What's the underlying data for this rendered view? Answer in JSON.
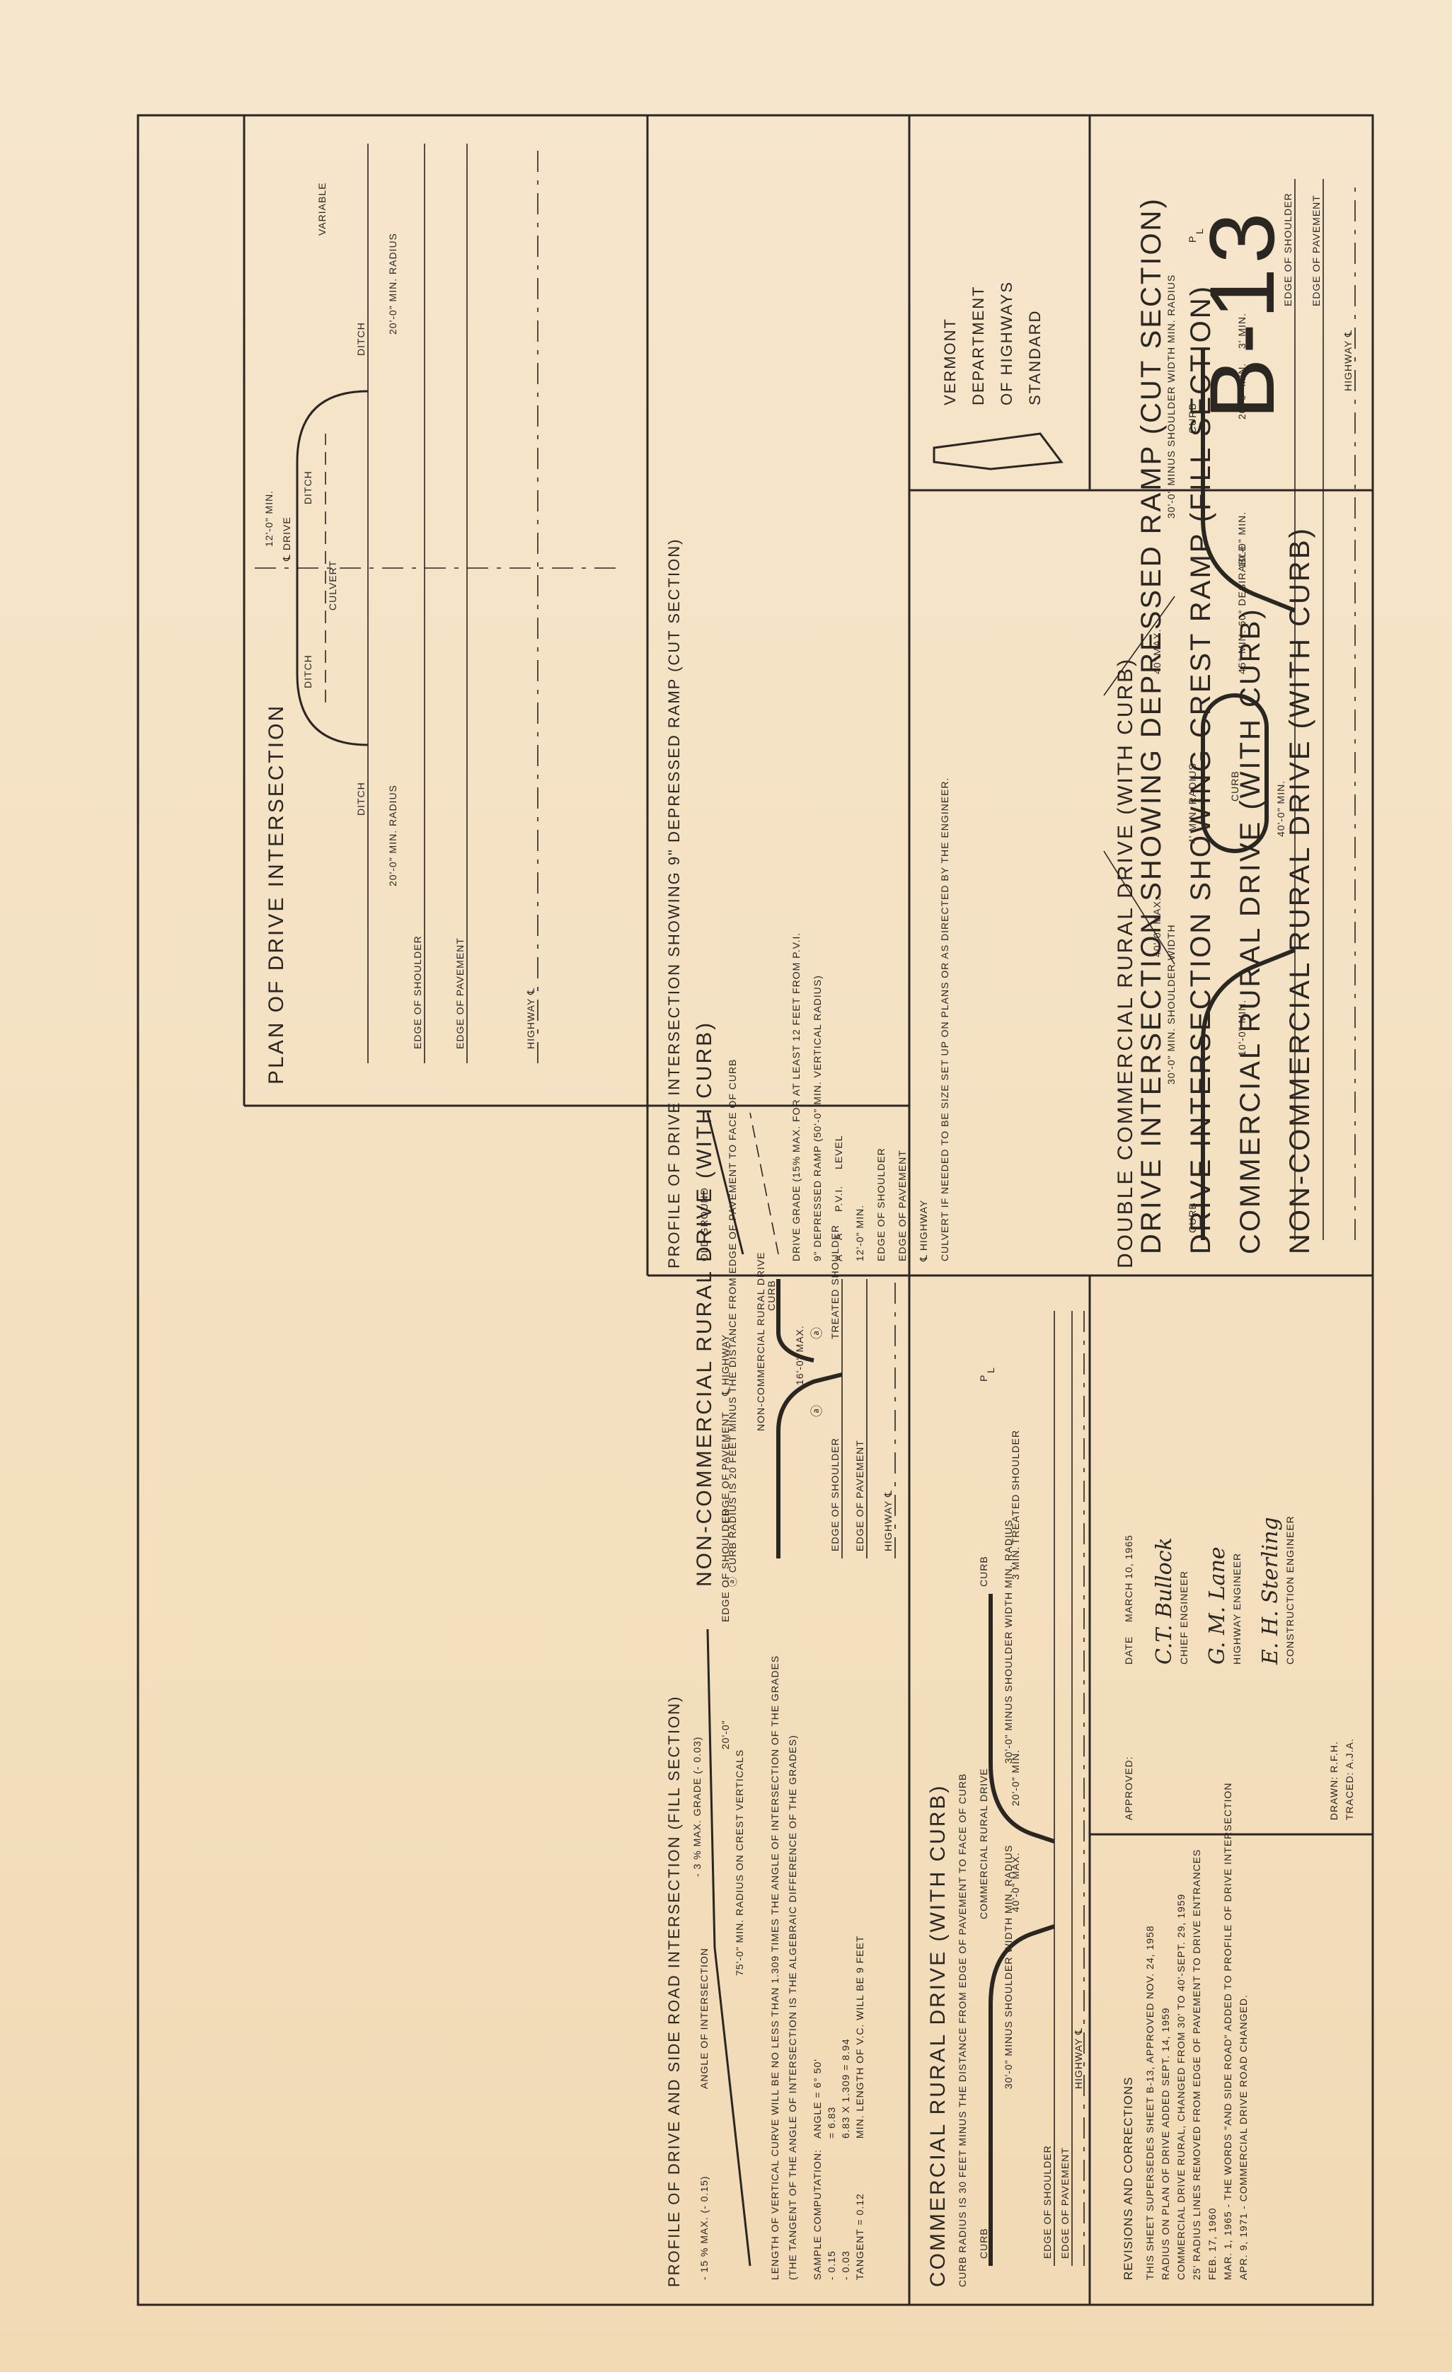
{
  "panels": {
    "double_commercial": {
      "title": "DOUBLE COMMERCIAL RURAL DRIVE (WITH CURB)",
      "labels": [
        "CURB",
        "30'-0\" MIN. SHOULDER WIDTH",
        "10'-0\" MIN.",
        "40'-0\" MAX.",
        "4' MIN. RADIUS",
        "40'-0\" MIN.",
        "CURB",
        "40' MAX.",
        "45° MIN. 60° DESIRABLE",
        "10'-0\" MIN.",
        "30'-0\" MINUS SHOULDER WIDTH MIN. RADIUS",
        "CURB",
        "20'-0\" MIN.",
        "3' MIN.",
        "EDGE OF SHOULDER",
        "EDGE OF PAVEMENT",
        "HIGHWAY ℄",
        "P",
        "L"
      ]
    },
    "plan_of_drive": {
      "title": "PLAN OF DRIVE INTERSECTION",
      "labels": [
        "DITCH",
        "DITCH",
        "DITCH",
        "DITCH",
        "CULVERT",
        "12'-0\" MIN.",
        "℄ DRIVE",
        "20'-0\" MIN. RADIUS",
        "20'-0\" MIN. RADIUS",
        "EDGE OF SHOULDER",
        "EDGE OF PAVEMENT",
        "HIGHWAY ℄",
        "VARIABLE"
      ]
    },
    "non_commercial": {
      "title": "NON-COMMERCIAL RURAL DRIVE (WITH CURB)",
      "note": "ⓐ CURB RADIUS IS 20 FEET MINUS THE DISTANCE FROM EDGE OF PAVEMENT TO FACE OF CURB",
      "labels": [
        "NON-COMMERCIAL RURAL DRIVE",
        "16'-0\" MAX.",
        "ⓐ",
        "ⓐ",
        "EDGE OF SHOULDER",
        "EDGE OF PAVEMENT",
        "HIGHWAY ℄",
        "TREATED SHOULDER",
        "CURB"
      ]
    },
    "profile_depressed": {
      "title": "PROFILE OF DRIVE INTERSECTION SHOWING 9\" DEPRESSED RAMP (CUT SECTION)",
      "labels": [
        "OLD GROUND",
        "DRIVE GRADE (15% MAX. FOR AT LEAST 12 FEET FROM P.V.I.",
        "9\" DEPRESSED RAMP (50'-0\" MIN. VERTICAL RADIUS)",
        "A",
        "A",
        "P.V.I.",
        "LEVEL",
        "12'-0\" MIN.",
        "EDGE OF SHOULDER",
        "EDGE OF PAVEMENT",
        "℄ HIGHWAY",
        "CULVERT IF NEEDED TO BE SIZE SET UP ON PLANS OR AS DIRECTED BY THE ENGINEER."
      ]
    },
    "commercial": {
      "title": "COMMERCIAL RURAL DRIVE (WITH CURB)",
      "note": "CURB RADIUS IS 30 FEET MINUS THE DISTANCE FROM EDGE OF PAVEMENT TO FACE OF CURB",
      "labels": [
        "CURB",
        "30'-0\" MINUS SHOULDER WIDTH MIN. RADIUS",
        "COMMERCIAL RURAL DRIVE",
        "40'-0\" MAX.",
        "EDGE OF SHOULDER",
        "EDGE OF PAVEMENT",
        "HIGHWAY ℄",
        "20'-0\" MIN.",
        "30'-0\" MINUS SHOULDER WIDTH MIN. RADIUS",
        "3 MIN.",
        "TREATED SHOULDER",
        "CURB",
        "P",
        "L"
      ]
    },
    "profile_fill": {
      "title": "PROFILE OF DRIVE AND SIDE ROAD INTERSECTION (FILL SECTION)",
      "labels": [
        "- 15 % MAX. (- 0.15)",
        "ANGLE OF INTERSECTION",
        "75'-0\" MIN. RADIUS ON CREST VERTICALS",
        "- 3 % MAX. GRADE (- 0.03)",
        "20'-0\"",
        "EDGE OF SHOULDER",
        "EDGE OF PAVEMENT",
        "℄ HIGHWAY"
      ],
      "notes": [
        "LENGTH OF VERTICAL CURVE WILL BE NO LESS THAN 1.309 TIMES THE ANGLE OF INTERSECTION OF THE GRADES",
        "(THE TANGENT OF THE ANGLE OF INTERSECTION IS THE ALGEBRAIC DIFFERENCE OF THE GRADES)"
      ],
      "computation": [
        "SAMPLE COMPUTATION:",
        "- 0.15",
        "- 0.03",
        "TANGENT = 0.12",
        "ANGLE = 6° 50'",
        "= 6.83",
        "6.83 X 1.309 = 8.94",
        "MIN. LENGTH OF V.C. WILL BE 9 FEET"
      ]
    }
  },
  "revisions": {
    "title": "REVISIONS AND CORRECTIONS",
    "lines": [
      "THIS SHEET SUPERSEDES SHEET B-13, APPROVED NOV. 24, 1958",
      "RADIUS ON PLAN OF DRIVE ADDED SEPT. 14, 1959",
      "COMMERCIAL DRIVE RURAL, CHANGED FROM 30' TO 40'-SEPT. 29, 1959",
      "25' RADIUS LINES REMOVED FROM EDGE OF PAVEMENT TO DRIVE ENTRANCES",
      "FEB. 17, 1960",
      "MAR. 1, 1965 - THE WORDS \"AND SIDE ROAD\" ADDED TO PROFILE OF DRIVE INTERSECTION",
      "APR. 9, 1971 - COMMERCIAL DRIVE ROAD CHANGED."
    ]
  },
  "approval": {
    "approved_label": "APPROVED:",
    "date_label": "DATE",
    "date_value": "MARCH 10, 1965",
    "signatures": [
      {
        "name": "C.T. Bullock",
        "role": "CHIEF ENGINEER"
      },
      {
        "name": "G. M. Lane",
        "role": "HIGHWAY ENGINEER"
      },
      {
        "name": "E. H. Sterling",
        "role": "CONSTRUCTION ENGINEER"
      }
    ],
    "drawn": "DRAWN: R.F.H.",
    "traced": "TRACED: A.J.A."
  },
  "titles": [
    "DRIVE INTERSECTION SHOWING DEPRESSED RAMP (CUT SECTION)",
    "DRIVE INTERSECTION SHOWING CREST RAMP (FILL SECTION)",
    "COMMERCIAL RURAL DRIVE (WITH CURB)",
    "NON-COMMERCIAL RURAL DRIVE (WITH CURB)"
  ],
  "agency": {
    "state": "VERMONT",
    "line1": "DEPARTMENT",
    "line2": "OF HIGHWAYS",
    "line3": "STANDARD"
  },
  "sheet_number": "B-13",
  "colors": {
    "paper": "#f6e6cc",
    "ink": "#2a2622"
  }
}
